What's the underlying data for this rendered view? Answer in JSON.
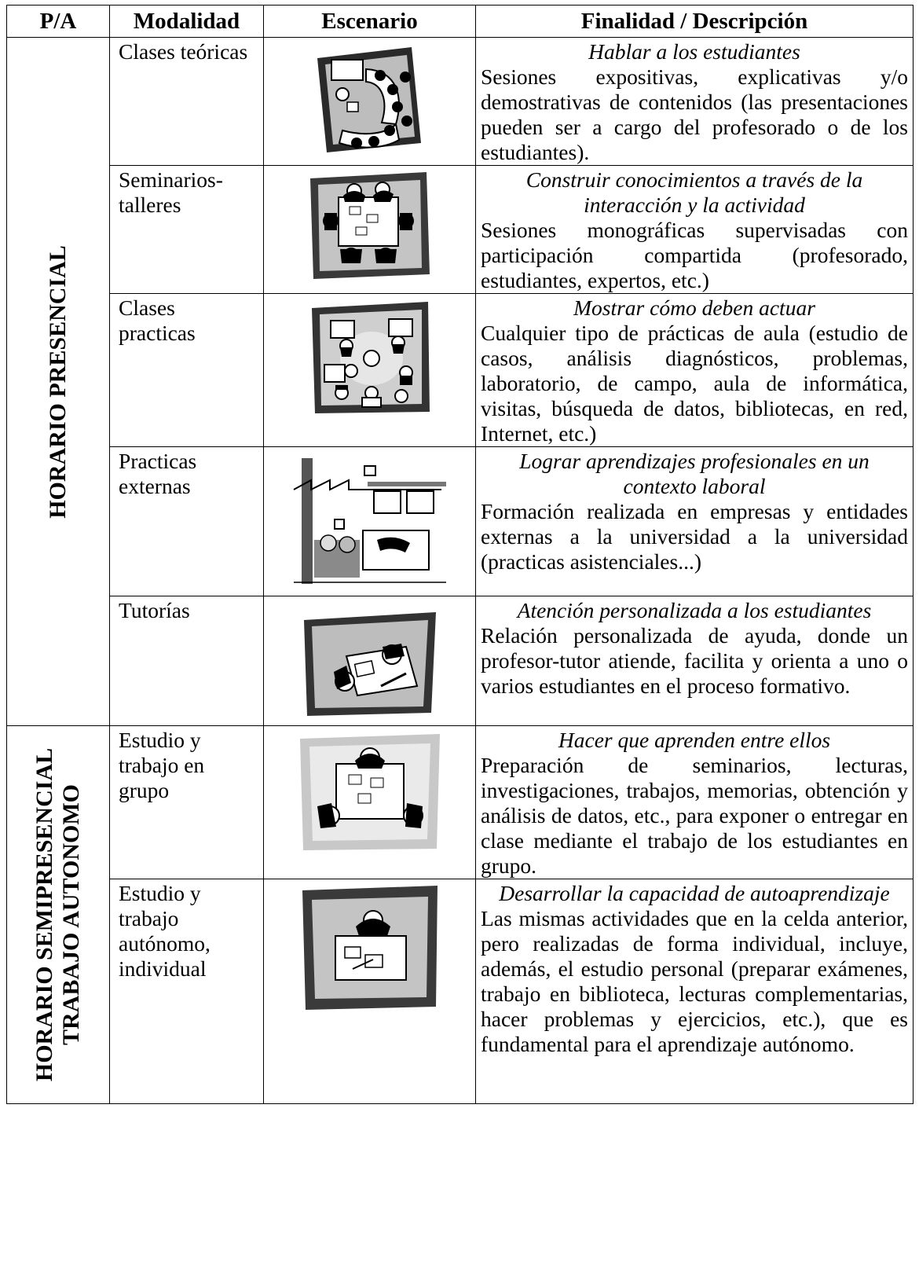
{
  "header": {
    "pa": "P/A",
    "modalidad": "Modalidad",
    "escenario": "Escenario",
    "finalidad": "Finalidad / Descripción"
  },
  "groups": [
    {
      "label_lines": [
        "HORARIO PRESENCIAL"
      ]
    },
    {
      "label_lines": [
        "HORARIO SEMIPRESENCIAL",
        "TRABAJO AUTONOMO"
      ]
    }
  ],
  "rows": [
    {
      "modalidad": "Clases teóricas",
      "illustration": "lecture-room-illustration",
      "finalidad": "Hablar a los estudiantes",
      "descripcion": "Sesiones expositivas, explicativas y/o demostrativas de contenidos (las presentaciones pueden ser a cargo del profesorado o de los estudiantes)."
    },
    {
      "modalidad": "Seminarios-talleres",
      "illustration": "seminar-table-illustration",
      "finalidad": "Construir conocimientos a través de la interacción y la actividad",
      "descripcion": "Sesiones monográficas supervisadas con participación compartida (profesorado, estudiantes, expertos, etc.)"
    },
    {
      "modalidad": "Clases practicas",
      "illustration": "practical-class-illustration",
      "finalidad": "Mostrar cómo deben actuar",
      "descripcion": "Cualquier tipo de prácticas de aula (estudio de casos, análisis diagnósticos, problemas, laboratorio, de campo, aula de informática, visitas, búsqueda de datos, bibliotecas, en red, Internet, etc.)"
    },
    {
      "modalidad": "Practicas externas",
      "illustration": "workplace-illustration",
      "finalidad": "Lograr aprendizajes profesionales en un contexto laboral",
      "descripcion": "Formación realizada en empresas y entidades externas a la universidad a la universidad (practicas asistenciales...)"
    },
    {
      "modalidad": "Tutorías",
      "illustration": "tutoring-illustration",
      "finalidad": "Atención personalizada a los estudiantes",
      "descripcion": "Relación personalizada de ayuda, donde un profesor-tutor atiende, facilita y orienta a uno o varios estudiantes en el proceso formativo."
    },
    {
      "modalidad": "Estudio y trabajo en grupo",
      "illustration": "group-work-illustration",
      "finalidad": "Hacer que aprenden entre ellos",
      "descripcion": "Preparación de seminarios, lecturas, investigaciones, trabajos, memorias, obtención y análisis de datos, etc., para exponer o entregar en clase mediante el trabajo de los estudiantes en grupo."
    },
    {
      "modalidad": "Estudio y trabajo autónomo, individual",
      "illustration": "individual-study-illustration",
      "finalidad": "Desarrollar la capacidad de autoaprendizaje",
      "descripcion": "Las mismas actividades que en la celda anterior, pero realizadas de forma individual, incluye, además, el estudio personal (preparar exámenes, trabajo en biblioteca, lecturas complementarias, hacer problemas y ejercicios, etc.), que es fundamental para el aprendizaje autónomo."
    }
  ]
}
